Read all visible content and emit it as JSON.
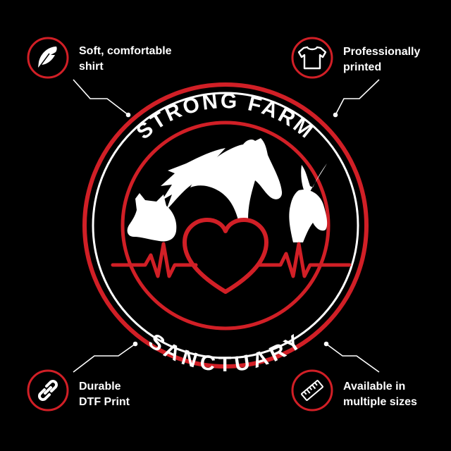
{
  "badge": {
    "top_text": "STRONG FARM",
    "bottom_text": "SANCTUARY"
  },
  "features": [
    {
      "icon": "feather-icon",
      "lines": [
        "Soft, comfortable",
        "shirt"
      ]
    },
    {
      "icon": "tshirt-icon",
      "lines": [
        "Professionally",
        "printed"
      ]
    },
    {
      "icon": "chain-link-icon",
      "lines": [
        "Durable",
        "DTF Print"
      ]
    },
    {
      "icon": "ruler-icon",
      "lines": [
        "Available in",
        "multiple sizes"
      ]
    }
  ],
  "colors": {
    "background": "#000000",
    "accent_red": "#d11f26",
    "text": "#ffffff"
  }
}
